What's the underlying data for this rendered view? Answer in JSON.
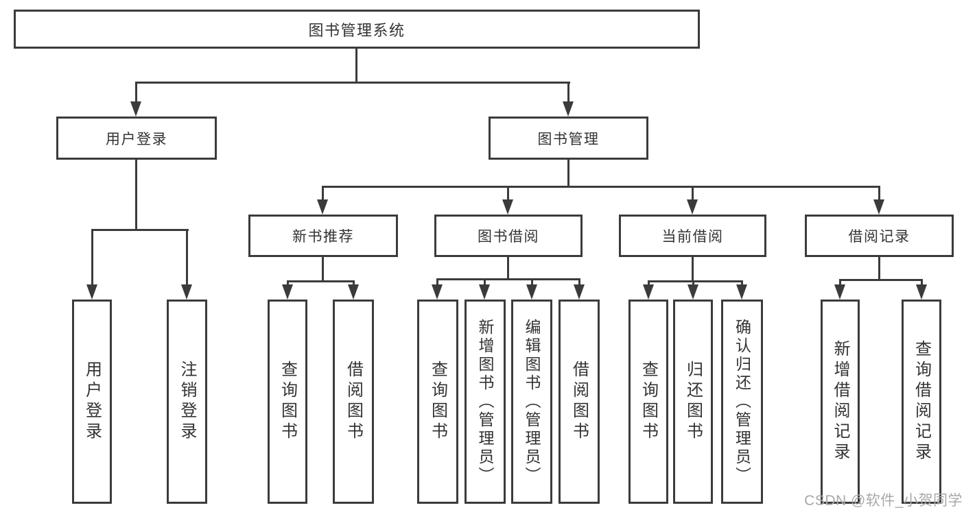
{
  "tree": {
    "root": {
      "label": "图书管理系统"
    },
    "level2": [
      {
        "id": "user-login",
        "label": "用户登录"
      },
      {
        "id": "book-management",
        "label": "图书管理"
      }
    ],
    "level3": [
      {
        "id": "new-book-recommend",
        "label": "新书推荐"
      },
      {
        "id": "book-borrow",
        "label": "图书借阅"
      },
      {
        "id": "current-borrow",
        "label": "当前借阅"
      },
      {
        "id": "borrow-records",
        "label": "借阅记录"
      }
    ],
    "leaves": {
      "user_login": [
        "用户登录",
        "注销登录"
      ],
      "new_book": [
        "查询图书",
        "借阅图书"
      ],
      "book_borrow": [
        "查询图书",
        "新增图书（管理员）",
        "编辑图书（管理员）",
        "借阅图书"
      ],
      "current_borrow": [
        "查询图书",
        "归还图书",
        "确认归还（管理员）"
      ],
      "borrow_records": [
        "新增借阅记录",
        "查询借阅记录"
      ]
    }
  },
  "watermark": "CSDN @软件_小贺同学",
  "colors": {
    "line": "#3b3b3b",
    "text": "#333333",
    "watermark": "#a8a8a8",
    "background": "#ffffff"
  }
}
